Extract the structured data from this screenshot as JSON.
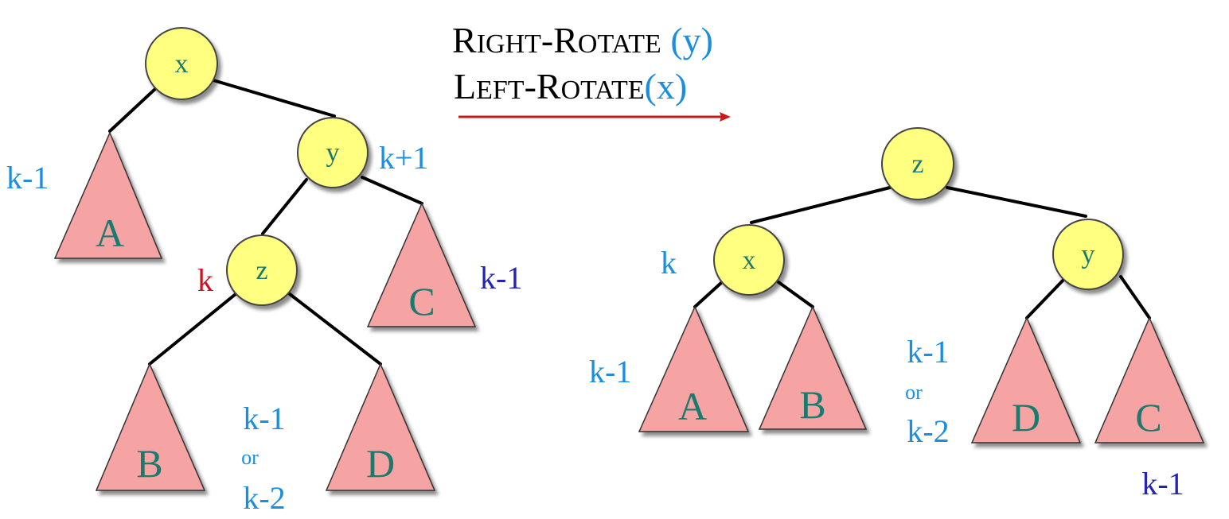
{
  "title": {
    "line1": {
      "cap1": "R",
      "rest1": "IGHT",
      "dash": "-",
      "cap2": "R",
      "rest2": "OTATE",
      "arg": " (y)"
    },
    "line2": {
      "cap1": "L",
      "rest1": "EFT",
      "dash": "-",
      "cap2": "R",
      "rest2": "OTATE",
      "arg": "(x)"
    }
  },
  "colors": {
    "node_fill": "#ffff80",
    "node_stroke": "#444444",
    "node_text": "#1a7a6e",
    "subtree_fill": "#f5a3a3",
    "subtree_text": "#1a7a6e",
    "annotation_blue": "#1c8ee0",
    "annotation_dark_blue": "#2323b8",
    "annotation_red": "#cc1122",
    "arrow": "#cc1a1a",
    "title_text": "#000000",
    "title_arg": "#1c8ee0"
  },
  "left_tree": {
    "nodes": {
      "x": "x",
      "y": "y",
      "z": "z"
    },
    "subtrees": {
      "A": "A",
      "B": "B",
      "C": "C",
      "D": "D"
    },
    "annotations": {
      "A_height": "k-1",
      "y_height": "k+1",
      "z_height": "k",
      "C_height": "k-1",
      "BD_height_top": "k-1",
      "BD_height_or": "or",
      "BD_height_bottom": "k-2"
    }
  },
  "right_tree": {
    "nodes": {
      "z": "z",
      "x": "x",
      "y": "y"
    },
    "subtrees": {
      "A": "A",
      "B": "B",
      "D": "D",
      "C": "C"
    },
    "annotations": {
      "x_height": "k",
      "A_height": "k-1",
      "BD_height_top": "k-1",
      "BD_height_or": "or",
      "BD_height_bottom": "k-2",
      "C_height": "k-1"
    }
  }
}
